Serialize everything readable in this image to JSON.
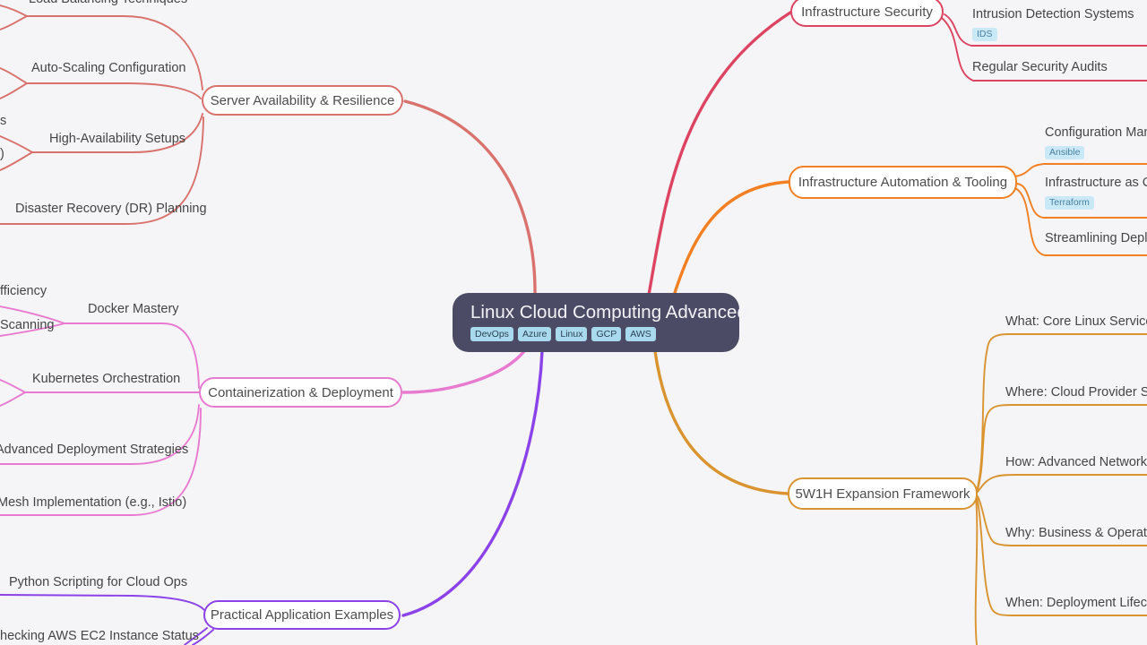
{
  "canvas": {
    "background": "#f5f4f6"
  },
  "root": {
    "title": "Linux Cloud Computing Advanced",
    "fill": "#4b4b66",
    "tags": [
      "DevOps",
      "Azure",
      "Linux",
      "GCP",
      "AWS"
    ],
    "tag_color": "#a9d9ec"
  },
  "badge_color": "#c9e9f6",
  "branches": {
    "server": {
      "label": "Server Availability & Resilience",
      "color": "#d9726d",
      "children": [
        "Load Balancing Techniques",
        "Auto-Scaling Configuration",
        "High-Availability Setups",
        "Disaster Recovery (DR) Planning"
      ],
      "fragments": [
        "s",
        ")"
      ]
    },
    "container": {
      "label": "Containerization & Deployment",
      "color": "#e87ad0",
      "children": [
        "Docker Mastery",
        "Kubernetes Orchestration",
        "Advanced Deployment Strategies",
        "Mesh Implementation (e.g., Istio)"
      ],
      "fragments": [
        "fficiency",
        "Scanning"
      ]
    },
    "practical": {
      "label": "Practical Application Examples",
      "color": "#8b42e8",
      "children": [
        "Python Scripting for Cloud Ops",
        "hecking AWS EC2 Instance Status"
      ]
    },
    "security": {
      "label": "Infrastructure Security",
      "color": "#dc4462",
      "children": [
        {
          "label": "Intrusion Detection Systems",
          "badge": "IDS"
        },
        {
          "label": "Regular Security Audits"
        }
      ]
    },
    "automation": {
      "label": "Infrastructure Automation & Tooling",
      "color": "#f28022",
      "children": [
        {
          "label": "Configuration Mana",
          "badge": "Ansible"
        },
        {
          "label": "Infrastructure as Co",
          "badge": "Terraform"
        },
        {
          "label": "Streamlining Deplo"
        }
      ]
    },
    "framework": {
      "label": "5W1H Expansion Framework",
      "color": "#d99430",
      "children": [
        "What: Core Linux Services i",
        "Where: Cloud Provider Spe",
        "How: Advanced Networkin",
        "Why: Business & Operation",
        "When: Deployment Lifecyc"
      ]
    }
  }
}
